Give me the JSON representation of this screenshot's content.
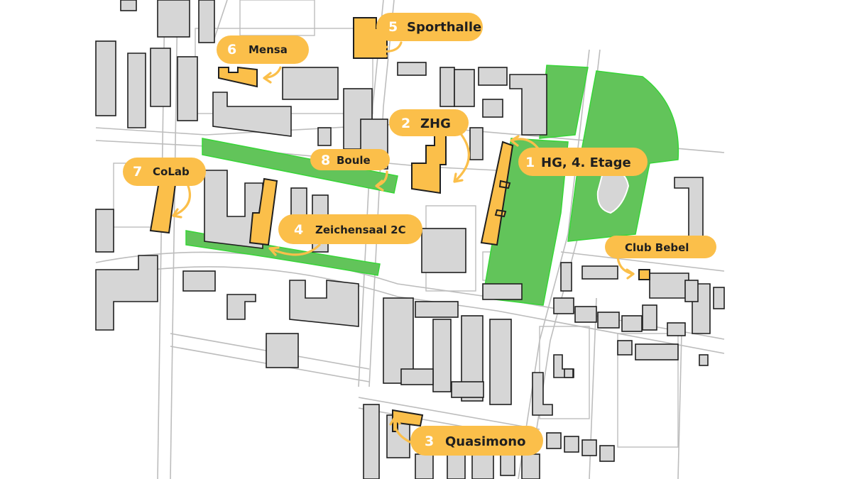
{
  "map": {
    "colors": {
      "building": "#d6d6d6",
      "highlight": "#fbbf4a",
      "park": "#62c45a",
      "road": "#bdbdbd",
      "outline": "#1f1f1f"
    },
    "markers": [
      {
        "id": "hg",
        "number": "1",
        "label": "HG, 4. Etage"
      },
      {
        "id": "zhg",
        "number": "2",
        "label": "ZHG"
      },
      {
        "id": "quasimono",
        "number": "3",
        "label": "Quasimono"
      },
      {
        "id": "zeichensaal",
        "number": "4",
        "label": "Zeichensaal 2C"
      },
      {
        "id": "sporthalle",
        "number": "5",
        "label": "Sporthalle"
      },
      {
        "id": "mensa",
        "number": "6",
        "label": "Mensa"
      },
      {
        "id": "colab",
        "number": "7",
        "label": "CoLab"
      },
      {
        "id": "boule",
        "number": "8",
        "label": "Boule"
      },
      {
        "id": "club-bebel",
        "number": "",
        "label": "Club Bebel"
      }
    ]
  }
}
